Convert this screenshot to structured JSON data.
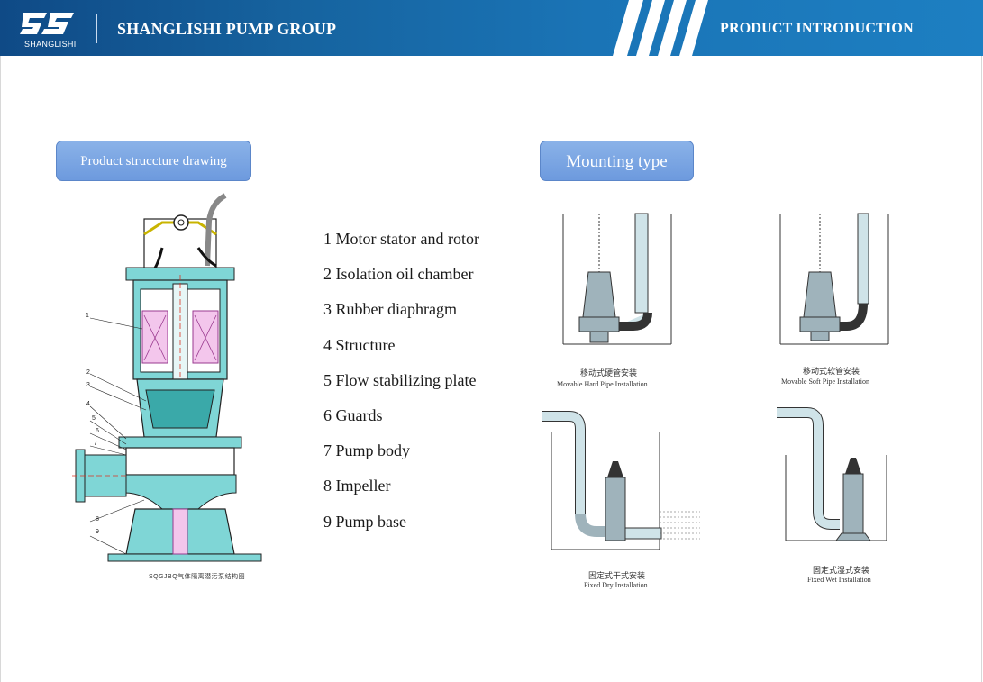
{
  "header": {
    "logo_text": "SHANGLISHI",
    "company": "SHANGLISHI PUMP GROUP",
    "section_title": "PRODUCT INTRODUCTION"
  },
  "structure_label": "Product strucсture drawing",
  "mounting_label": "Mounting type",
  "parts": [
    "1 Motor stator and rotor",
    "2 Isolation oil chamber",
    "3 Rubber diaphragm",
    "4 Structure",
    "5 Flow stabilizing plate",
    "6 Guards",
    "7 Pump body",
    "8 Impeller",
    "9 Pump base"
  ],
  "drawing": {
    "caption": "SQGJBQ气体隔离潜污泵结构图",
    "callouts": [
      "1",
      "2",
      "3",
      "4",
      "5",
      "6",
      "7",
      "8",
      "9"
    ]
  },
  "installations": [
    {
      "cn": "移动式硬管安装",
      "en": "Movable Hard Pipe Installation"
    },
    {
      "cn": "移动式软管安装",
      "en": "Movable Soft Pipe Installation"
    },
    {
      "cn": "固定式干式安装",
      "en": "Fixed Dry Installation"
    },
    {
      "cn": "固定式湿式安装",
      "en": "Fixed Wet Installation"
    }
  ],
  "colors": {
    "header_dark": "#0f4a86",
    "header_light": "#1d7fc2",
    "pill": "#7aa6e3",
    "pump_fill": "#7fd6d6"
  }
}
